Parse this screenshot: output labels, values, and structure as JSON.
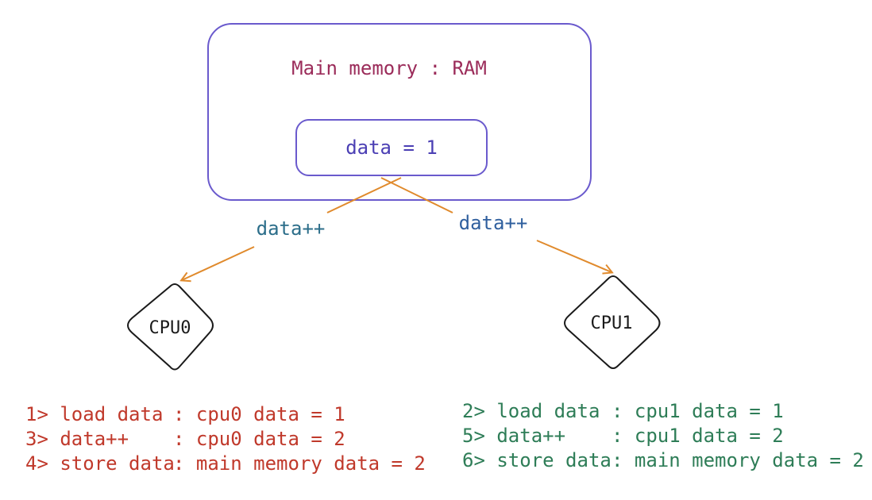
{
  "ram": {
    "title": "Main memory : RAM",
    "data_label": "data = 1"
  },
  "arrows": {
    "left_label": "data++",
    "right_label": "data++"
  },
  "cpus": {
    "cpu0": "CPU0",
    "cpu1": "CPU1"
  },
  "steps": {
    "cpu0": [
      {
        "action": "1> load data",
        "result": ": cpu0 data = 1"
      },
      {
        "action": "3> data++",
        "result": ": cpu0 data = 2"
      },
      {
        "action": "4> store data",
        "result": ": main memory data = 2"
      }
    ],
    "cpu1": [
      {
        "action": "2> load data",
        "result": ": cpu1 data = 1"
      },
      {
        "action": "5> data++",
        "result": ": cpu1 data = 2"
      },
      {
        "action": "6> store data",
        "result": ": main memory data = 2"
      }
    ]
  },
  "colors": {
    "box_stroke": "#6a5acd",
    "ram_title": "#9b2c5a",
    "data_text": "#4b3fb4",
    "arrow": "#e08a2c",
    "left_label": "#2c6e8a",
    "right_label": "#2f5f9e",
    "cpu_stroke": "#1a1a1a",
    "cpu0_steps": "#c0392b",
    "cpu1_steps": "#2e7d57"
  }
}
